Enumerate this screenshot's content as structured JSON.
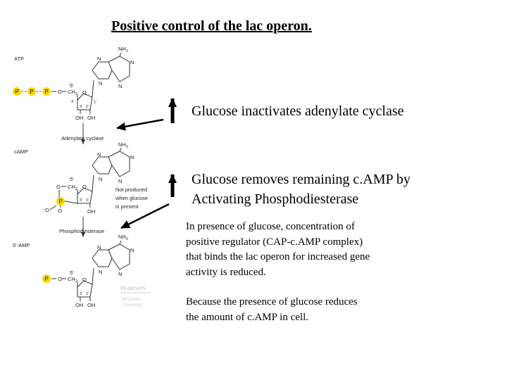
{
  "title": "Positive control of the lac operon.",
  "statements": {
    "glucose_inactivates": "Glucose inactivates adenylate cyclase",
    "glucose_removes_line1": "Glucose removes remaining c.AMP by",
    "glucose_removes_line2": "Activating Phosphodiesterase"
  },
  "paragraphs": {
    "p1_lines": [
      "In presence of glucose, concentration of",
      "positive regulator (CAP-c.AMP complex)",
      "that binds the lac operon for increased gene",
      "activity is reduced."
    ],
    "p2_lines": [
      "Because the presence of glucose reduces",
      "the amount of c.AMP in cell."
    ]
  },
  "figure": {
    "molecule_labels": {
      "atp": "ATP",
      "camp": "cAMP",
      "amp": "5'-AMP"
    },
    "enzyme_labels": {
      "adenylate_cyclase": "Adenylate cyclase",
      "phosphodiesterase": "Phosphodiesterase"
    },
    "note_lines": [
      "Not produced",
      "when glucose",
      "is present"
    ],
    "phosphate_symbol": "P",
    "atoms": {
      "nh2": "NH",
      "nh2_sub": "2",
      "n": "N",
      "o": "O",
      "ch2": "CH",
      "ch2_sub": "2",
      "oh": "OH",
      "o_neg": "⁻O",
      "pos5": "5'",
      "pos3": "3'",
      "pos2": "2'",
      "pos1": "1'",
      "pos4": "4'"
    },
    "publisher_lines": [
      "PEARSON",
      "Benjamin",
      "Cummings"
    ],
    "colors": {
      "phosphate": "#f5d800",
      "arrow": "#000000",
      "figure_line": "#333333"
    }
  }
}
